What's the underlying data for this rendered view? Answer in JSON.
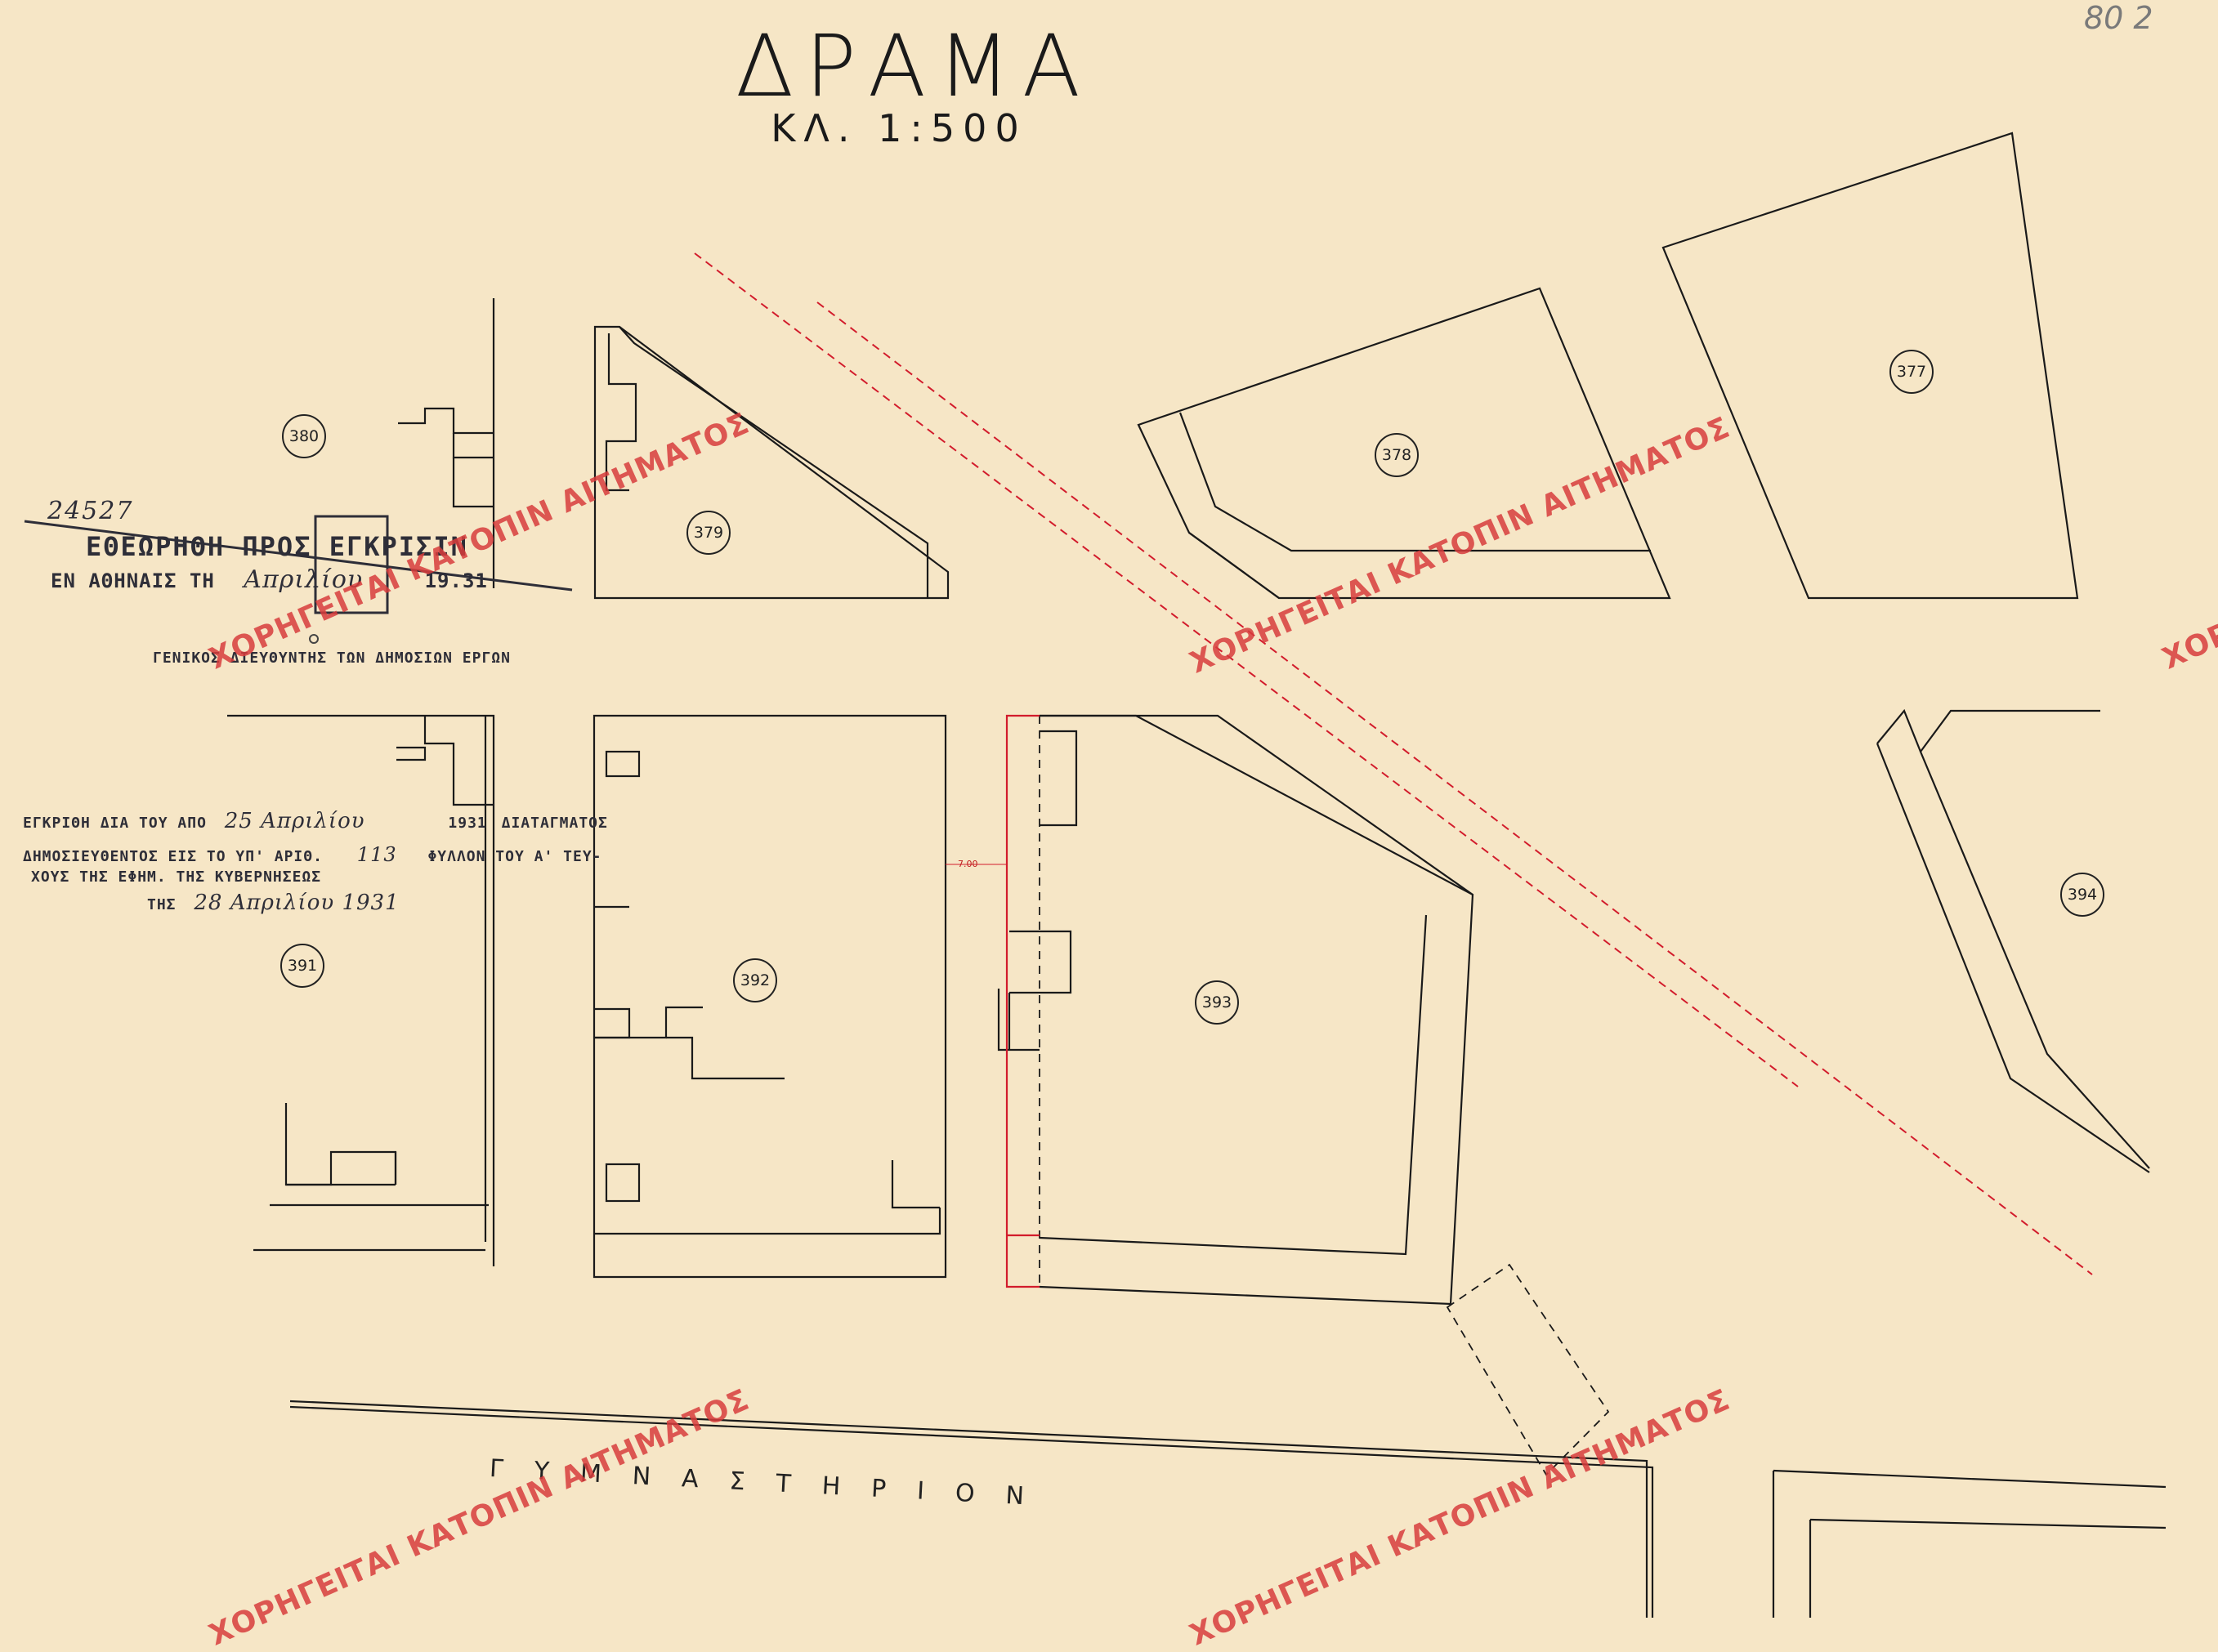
{
  "map": {
    "title": "ΔΡΑΜΑ",
    "scale": "ΚΛ. 1:500",
    "sheet_number": "80 2",
    "street_name": "ΓΥΜΝΑΣΤΗΡΙΟΝ",
    "dimension_label": "7.00",
    "lots": [
      "380",
      "379",
      "378",
      "377",
      "391",
      "392",
      "393",
      "394"
    ]
  },
  "stamp_top": {
    "number": "24527",
    "line1": "ΕΘΕΩΡΗΘΗ ΠΡΟΣ ΕΓΚΡΙΣΙΝ",
    "line2_prefix": "ΕΝ ΑΘΗΝΑΙΣ ΤΗ",
    "line2_date": "Απριλίου",
    "line2_year": "19.31",
    "line3": "ΓΕΝΙΚΟΣ ΔΙΕΥΘΥΝΤΗΣ ΤΩΝ ΔΗΜΟΣΙΩΝ ΕΡΓΩΝ"
  },
  "stamp_bottom": {
    "line1_prefix": "ΕΓΚΡΙΘΗ ΔΙΑ ΤΟΥ ΑΠΟ",
    "line1_day": "25 Απριλίου",
    "line1_year": "1931",
    "line1_suffix": "ΔΙΑΤΑΓΜΑΤΟΣ",
    "line2_prefix": "ΔΗΜΟΣΙΕΥΘΕΝΤΟΣ ΕΙΣ ΤΟ ΥΠ' ΑΡΙΘ.",
    "line2_number": "113",
    "line2_suffix": "ΦΥΛΛΟΝ ΤΟΥ Α' ΤΕΥ-",
    "line3": "ΧΟΥΣ ΤΗΣ ΕΦΗΜ. ΤΗΣ ΚΥΒΕΡΝΗΣΕΩΣ",
    "line4_prefix": "ΤΗΣ",
    "line4_date": "28 Απριλίου 1931"
  },
  "watermark": "ΧΟΡΗΓΕΙΤΑΙ ΚΑΤΟΠΙΝ ΑΙΤΗΜΑΤΟΣ",
  "colors": {
    "paper": "#f6e6c6",
    "ink": "#1a1a1a",
    "red_line": "#d21c2c",
    "watermark": "#d73c3c"
  }
}
